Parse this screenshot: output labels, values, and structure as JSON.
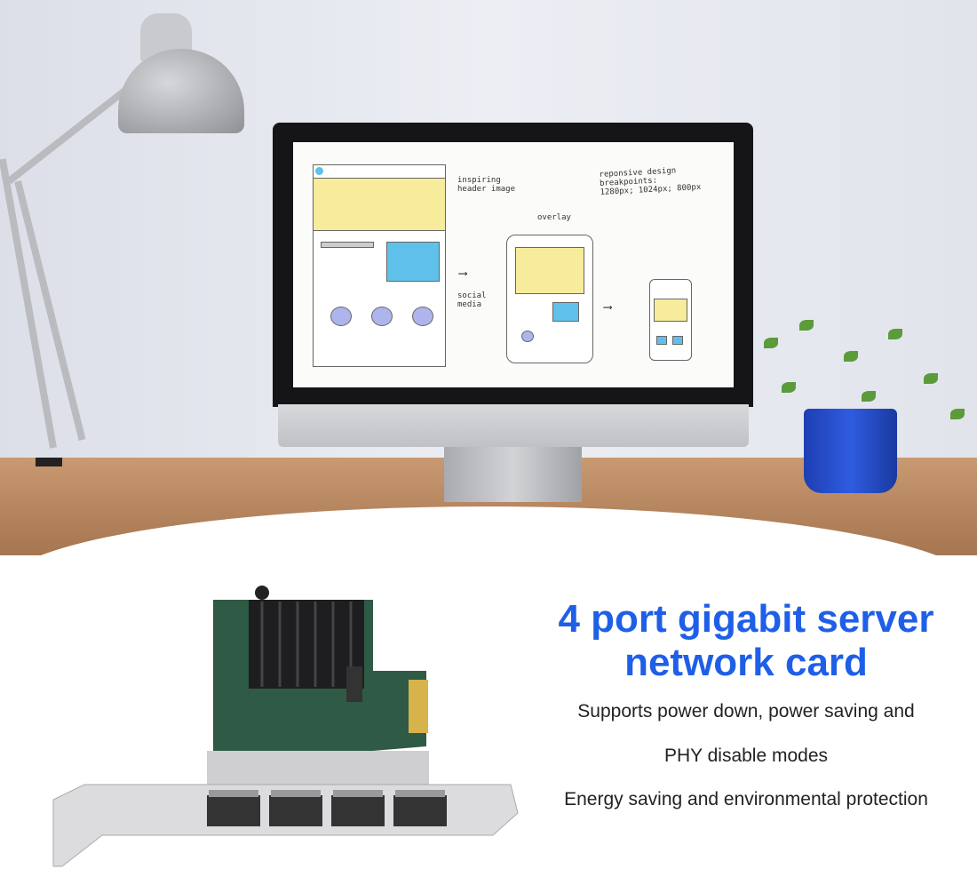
{
  "screen_sketch": {
    "header_note": [
      "inspiring",
      "header image"
    ],
    "breakpoints_note": [
      "reponsive design breakpoints:",
      "1280px; 1024px; 800px"
    ],
    "overlay_note": "overlay",
    "social_note": [
      "social",
      "media"
    ]
  },
  "product": {
    "title_line1": "4 port gigabit server",
    "title_line2": "network card",
    "features": [
      "Supports power down, power saving and",
      "PHY disable modes",
      "Energy saving and environmental protection"
    ],
    "title_color": "#1f5fe8"
  }
}
